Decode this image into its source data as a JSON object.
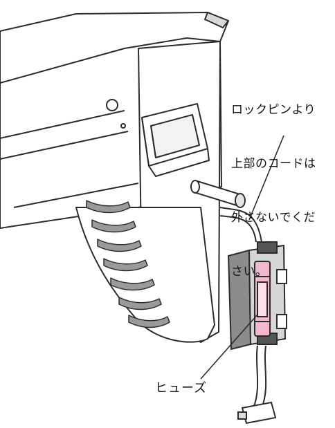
{
  "callouts": {
    "lock_pin_note": [
      "ロックピンより",
      "上部のコードは",
      "外さないでくだ",
      "さい。"
    ],
    "fuse_label": "ヒューズ"
  },
  "colors": {
    "line": "#2b2b2b",
    "fill": "#ffffff",
    "fuse_highlight": "#f2b8cf",
    "holder_gray": "#8c8c8c",
    "dark_gray": "#555555"
  },
  "icons": {
    "tool": "heat-gun-body-illustration",
    "pin": "lock-pin-illustration",
    "fuse": "inline-fuse-holder-illustration",
    "plug": "connector-plug-illustration"
  }
}
